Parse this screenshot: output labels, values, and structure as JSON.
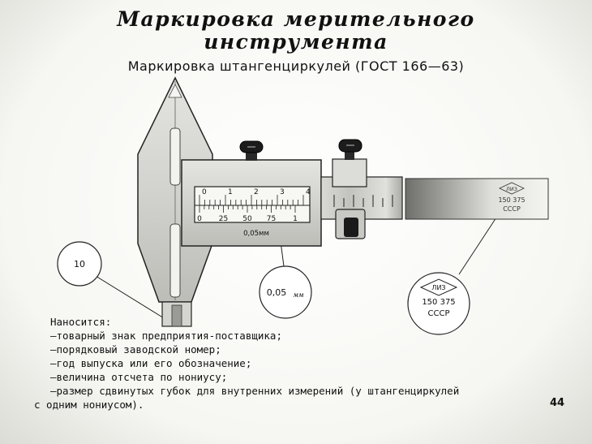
{
  "title": {
    "line1": "Маркировка мерительного",
    "line2": "инструмента"
  },
  "subtitle": "Маркировка штангенциркулей (ГОСТ 166—63)",
  "scale": {
    "main_ticks": [
      "0",
      "1",
      "2",
      "3",
      "4"
    ],
    "vernier_ticks": [
      "0",
      "25",
      "50",
      "75",
      "1"
    ],
    "unit_label": "0,05мм"
  },
  "brand_plate": {
    "logo": "ЛИЗ",
    "number": "150 375",
    "country": "СССР"
  },
  "callouts": {
    "jaw_size": "10",
    "reading": "0,05",
    "reading_unit": "мм",
    "brand_logo": "ЛИЗ",
    "brand_number": "150 375",
    "brand_country": "СССР"
  },
  "notes": {
    "heading": "Наносится:",
    "items": [
      "—товарный знак предприятия-поставщика;",
      "—порядковый заводской номер;",
      "—год выпуска или его обозначение;",
      "—величина отсчета по нониусу;",
      "—размер сдвинутых губок для внутренних измерений (у штангенциркулей"
    ],
    "continuation": "с одним нониусом)."
  },
  "page_number": "44"
}
